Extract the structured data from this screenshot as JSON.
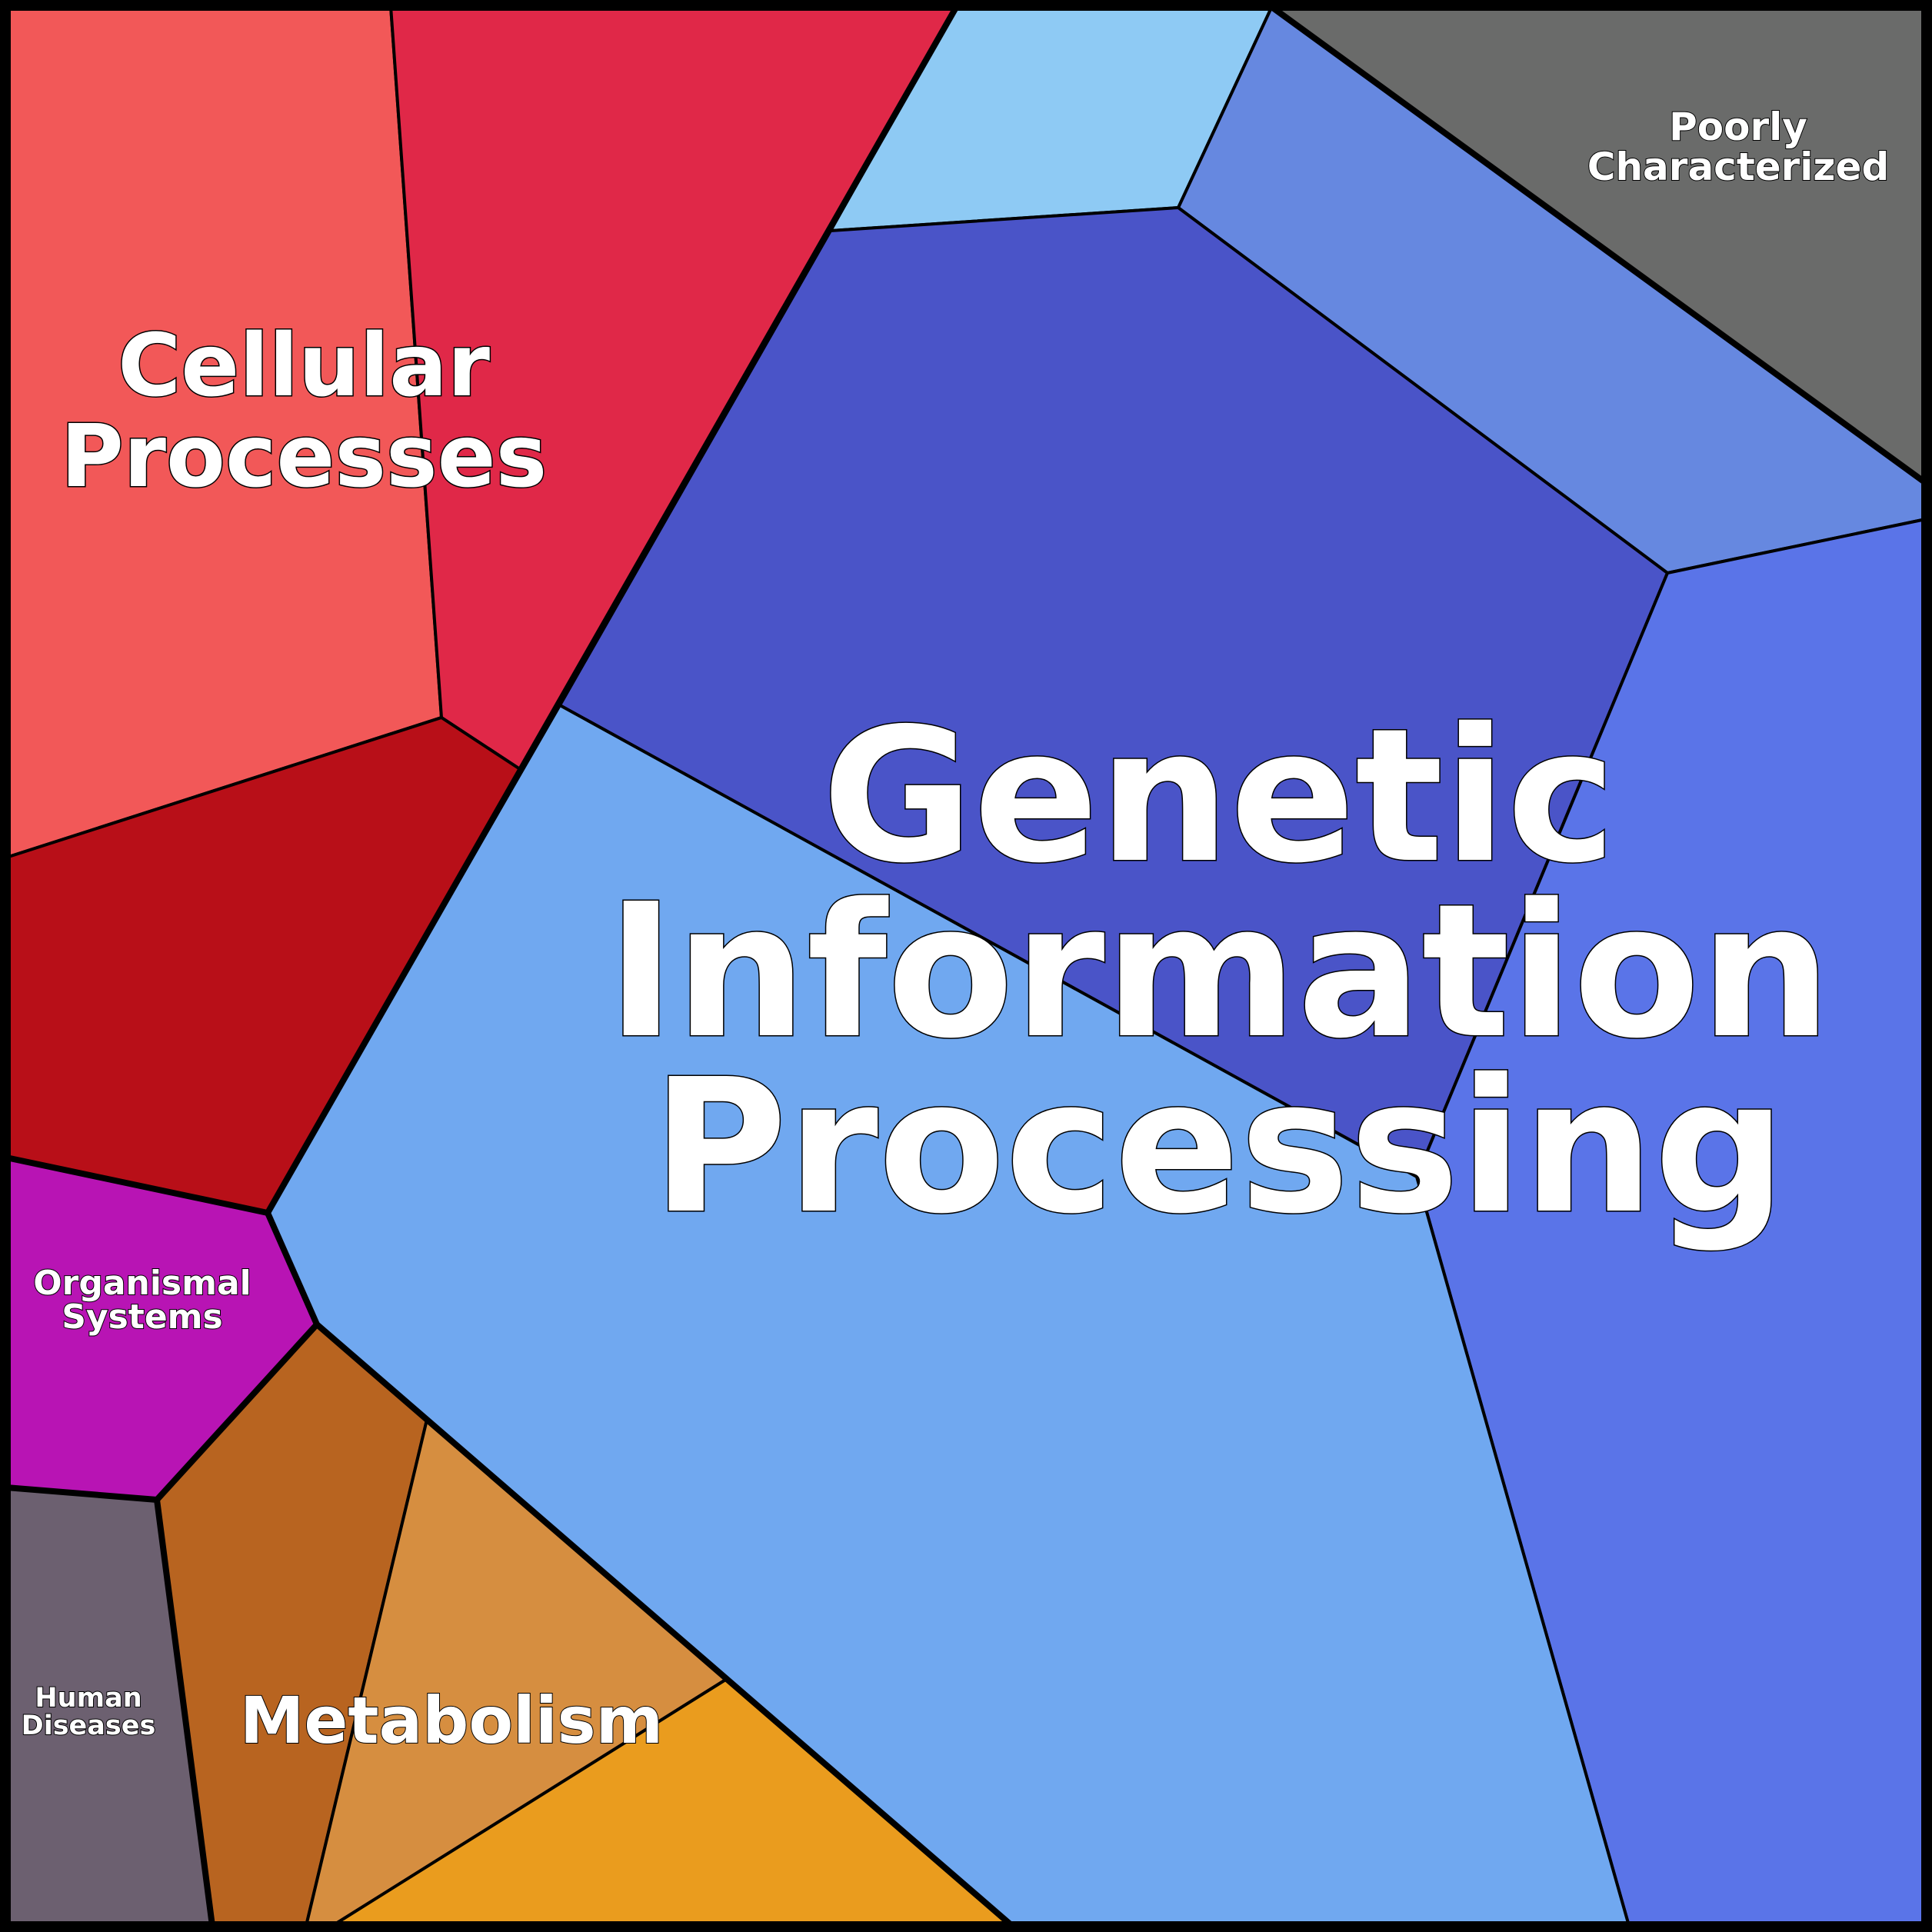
{
  "diagram": {
    "type": "voronoi-treemap",
    "categories": [
      {
        "id": "cellular-processes",
        "label_lines": [
          "Cellular",
          "Processes"
        ],
        "subcells": [
          {
            "color": "#f25858"
          },
          {
            "color": "#e02848"
          },
          {
            "color": "#b80f18"
          }
        ]
      },
      {
        "id": "genetic-information-processing",
        "label_lines": [
          "Genetic",
          "Information",
          "Processing"
        ],
        "subcells": [
          {
            "color": "#8ecaf4"
          },
          {
            "color": "#6688e0"
          },
          {
            "color": "#4a54c8"
          },
          {
            "color": "#5a74e8"
          },
          {
            "color": "#70a8f0"
          }
        ]
      },
      {
        "id": "poorly-characterized",
        "label_lines": [
          "Poorly",
          "Characterized"
        ],
        "subcells": [
          {
            "color": "#6a6b6a"
          }
        ]
      },
      {
        "id": "organismal-systems",
        "label_lines": [
          "Organismal",
          "Systems"
        ],
        "subcells": [
          {
            "color": "#b814b4"
          }
        ]
      },
      {
        "id": "human-diseases",
        "label_lines": [
          "Human",
          "Diseases"
        ],
        "subcells": [
          {
            "color": "#6c6070"
          }
        ]
      },
      {
        "id": "metabolism",
        "label_lines": [
          "Metabolism"
        ],
        "subcells": [
          {
            "color": "#b86420"
          },
          {
            "color": "#d68e40"
          },
          {
            "color": "#ea9c1e"
          }
        ]
      }
    ]
  }
}
